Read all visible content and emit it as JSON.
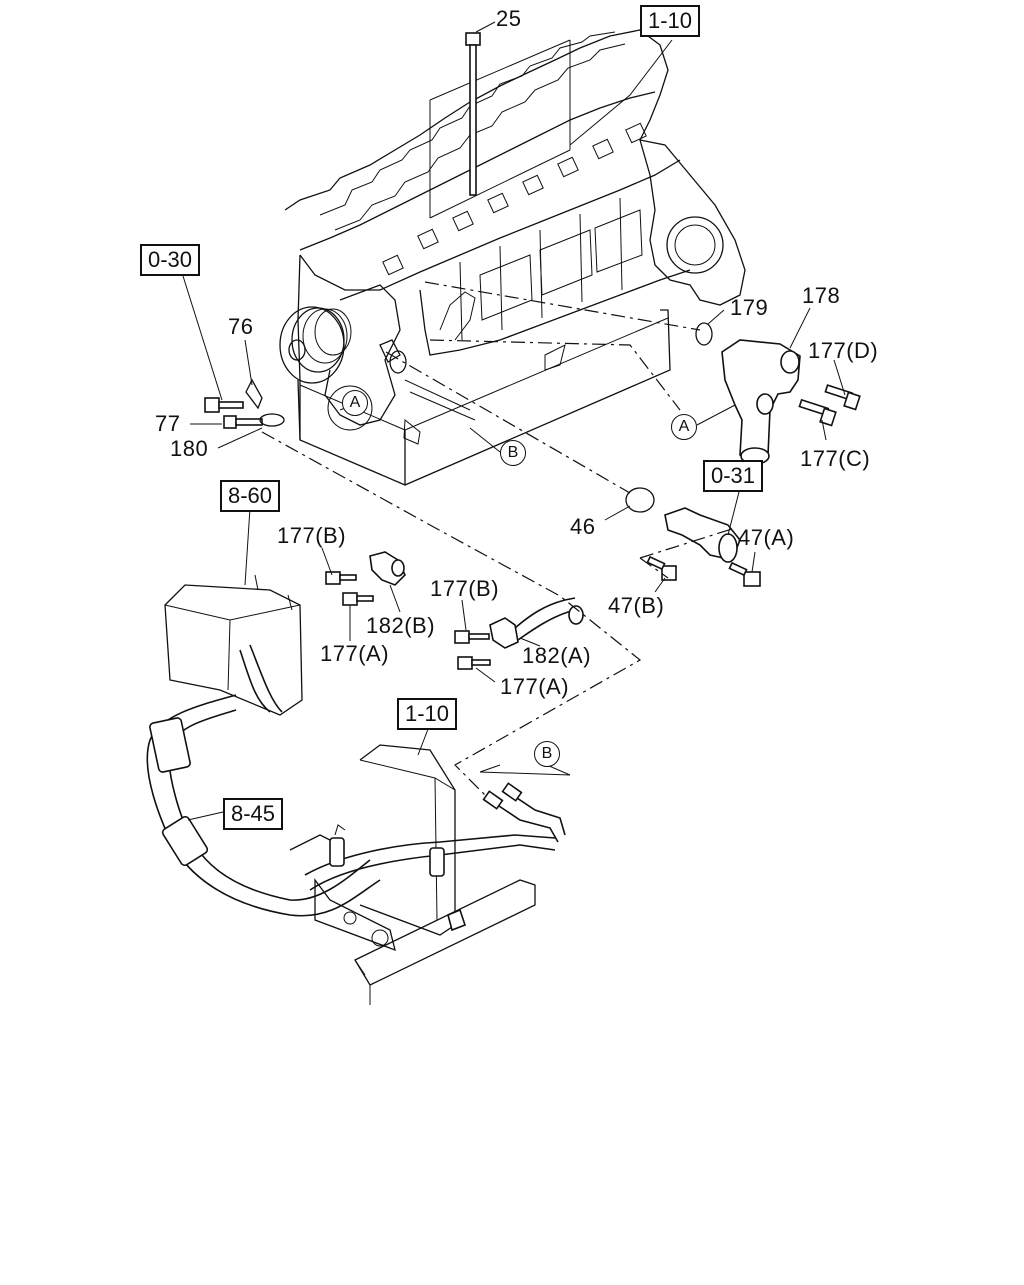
{
  "diagram": {
    "references": {
      "ref_1_10_top": "1-10",
      "ref_0_30": "0-30",
      "ref_0_31": "0-31",
      "ref_8_60": "8-60",
      "ref_1_10_bottom": "1-10",
      "ref_8_45": "8-45"
    },
    "labels": {
      "p25": "25",
      "p76": "76",
      "p77": "77",
      "p180": "180",
      "p179": "179",
      "p178": "178",
      "p177d": "177(D)",
      "p177c": "177(C)",
      "p46": "46",
      "p47a": "47(A)",
      "p47b": "47(B)",
      "p177b_left": "177(B)",
      "p182b": "182(B)",
      "p177a_left": "177(A)",
      "p177b_right": "177(B)",
      "p182a": "182(A)",
      "p177a_right": "177(A)"
    },
    "callouts": {
      "a_engine": "A",
      "b_engine": "B",
      "a_housing": "A",
      "b_hose": "B"
    }
  }
}
